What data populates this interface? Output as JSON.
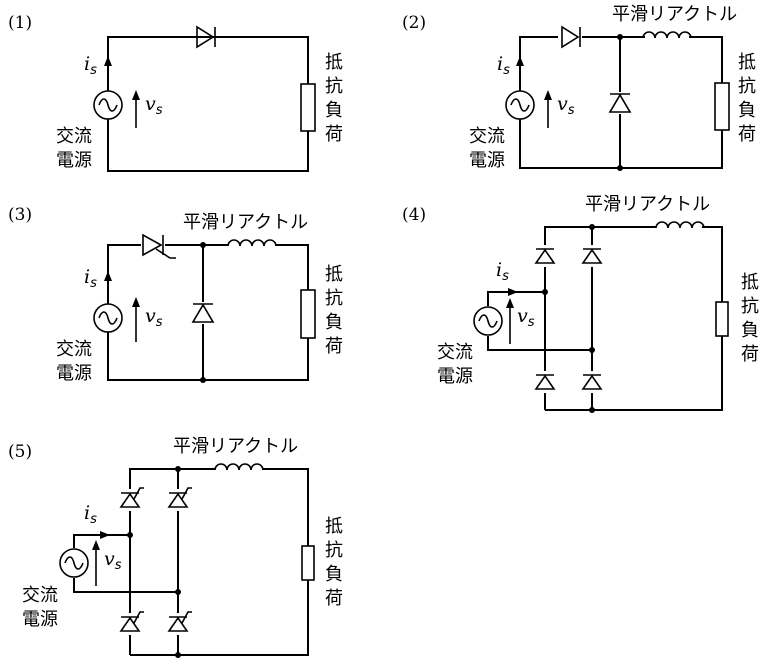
{
  "figures": [
    {
      "label": "(1)"
    },
    {
      "label": "(2)"
    },
    {
      "label": "(3)"
    },
    {
      "label": "(4)"
    },
    {
      "label": "(5)"
    }
  ],
  "texts": {
    "smoothing_reactor": "平滑リアクトル",
    "load_chars": [
      "抵",
      "抗",
      "負",
      "荷"
    ],
    "source_line1": "交流",
    "source_line2": "電源",
    "current_var": "i",
    "voltage_var": "v",
    "subscript": "s"
  }
}
